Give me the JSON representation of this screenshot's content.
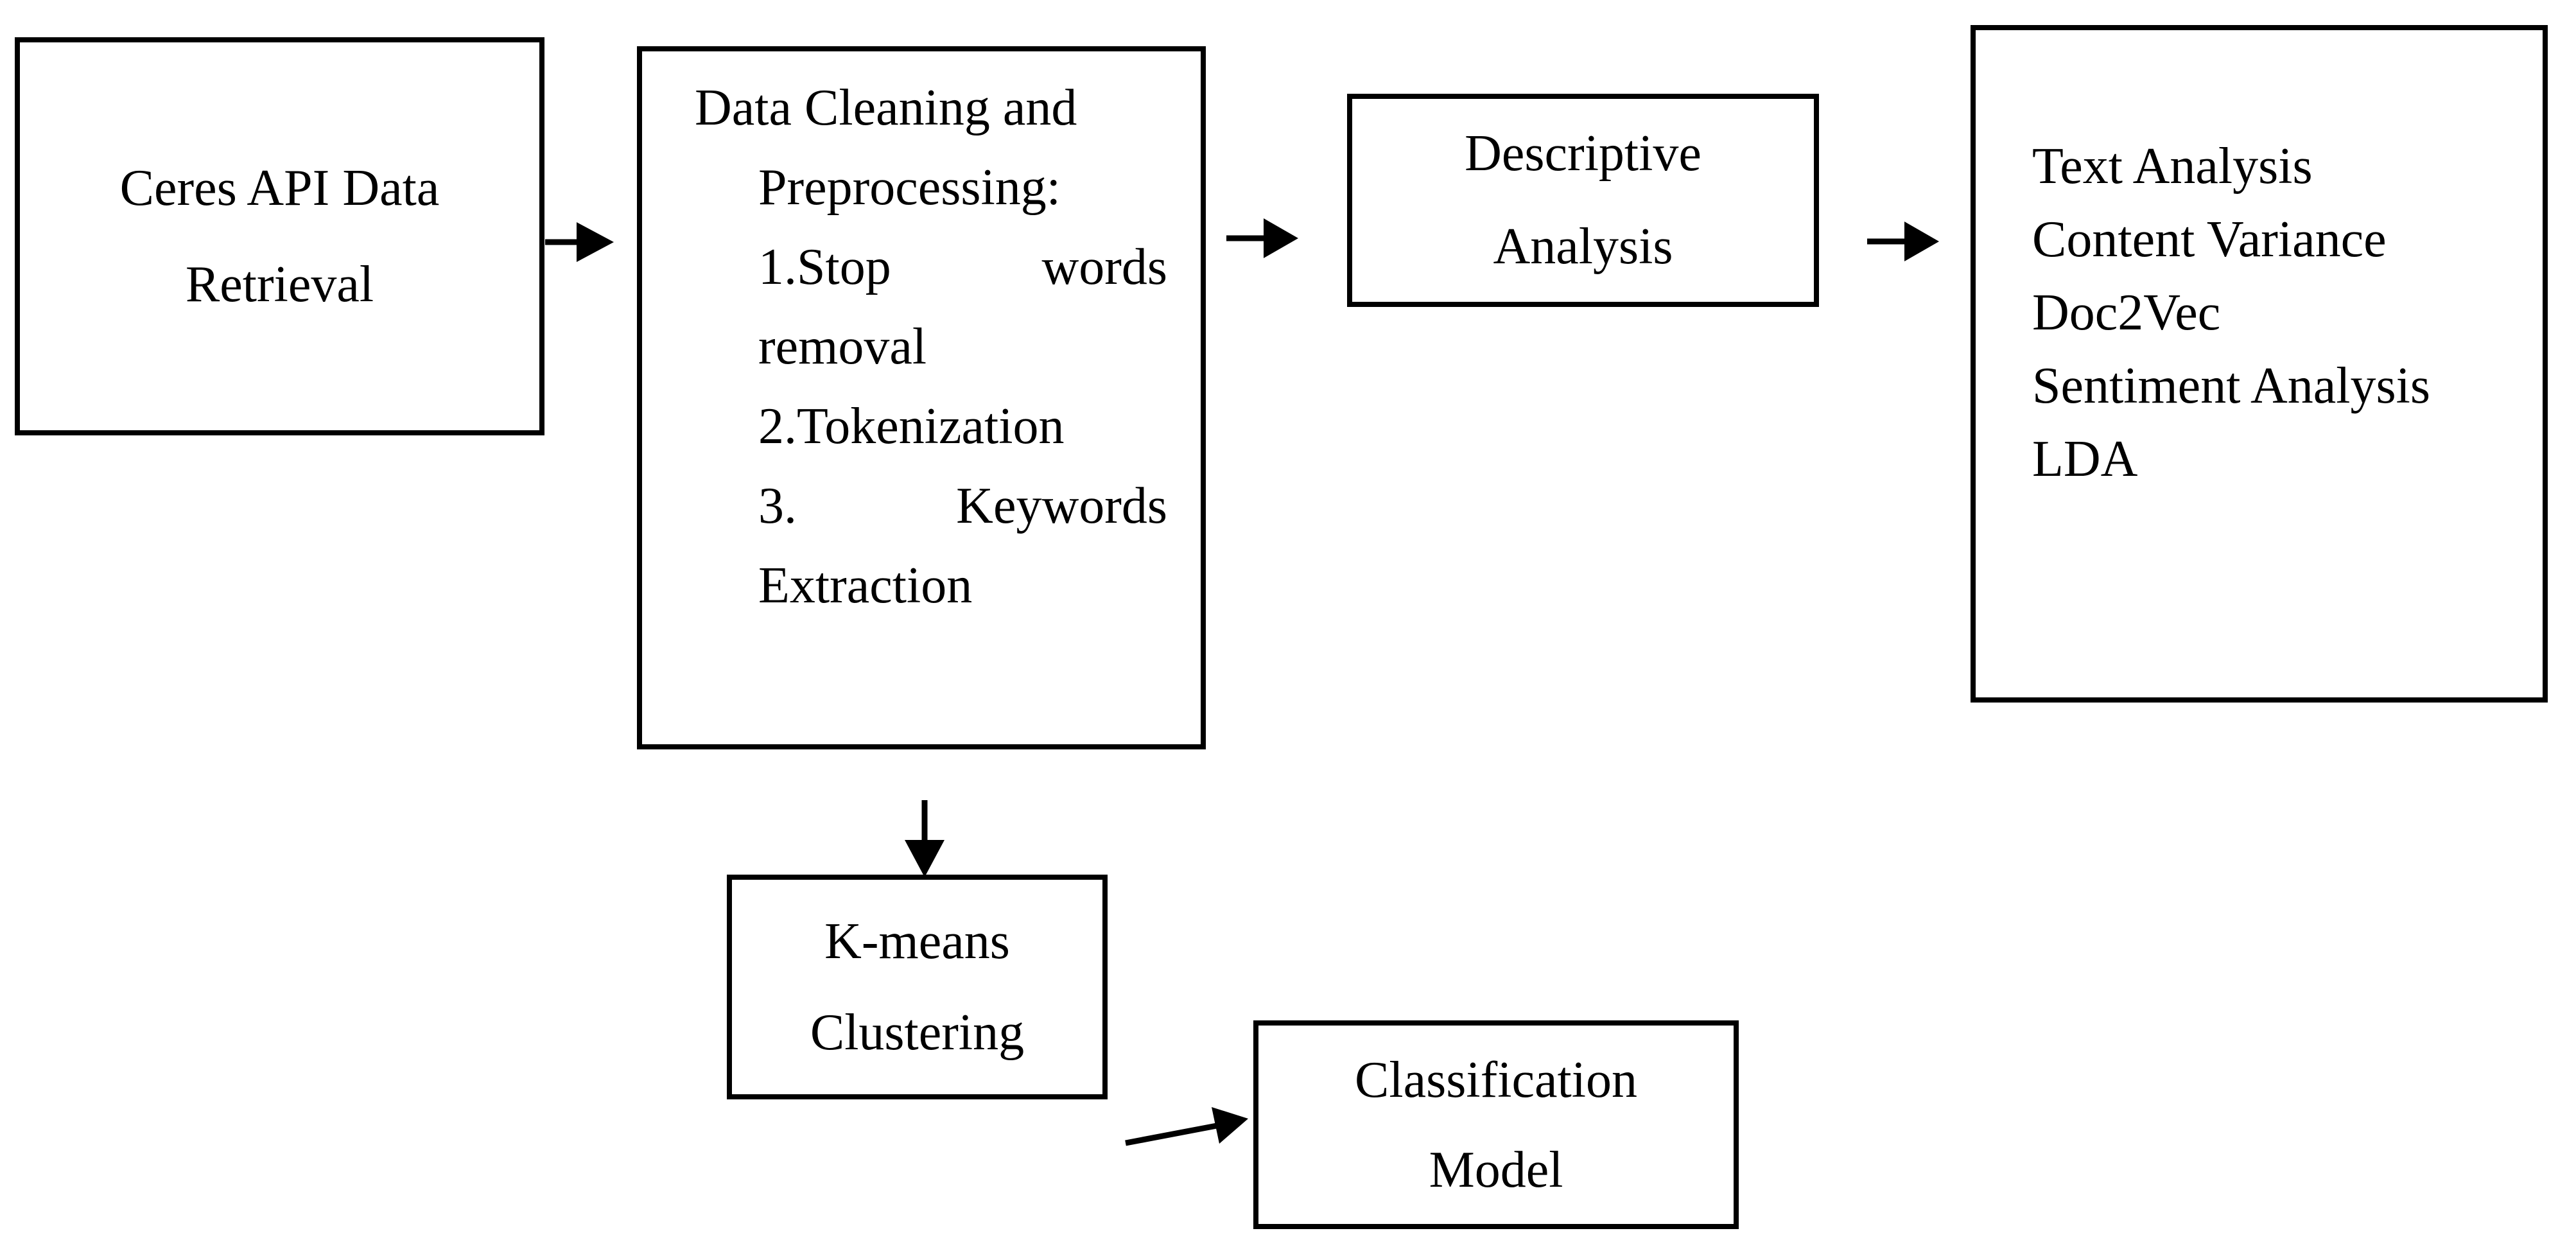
{
  "colors": {
    "background": "#ffffff",
    "stroke": "#000000",
    "text": "#000000"
  },
  "boxes": {
    "ceres_api": {
      "lines": [
        "Ceres API Data",
        "Retrieval"
      ]
    },
    "data_cleaning": {
      "line1": "Data Cleaning and",
      "line2": "Preprocessing:",
      "line3": {
        "left": "1.Stop",
        "right": "words"
      },
      "line4": "removal",
      "line5": "2.Tokenization",
      "line6": {
        "left": "3.",
        "right": "Keywords"
      },
      "line7": "Extraction"
    },
    "descriptive": {
      "lines": [
        "Descriptive",
        "Analysis"
      ]
    },
    "text_analysis": {
      "lines": [
        "Text Analysis",
        "Content Variance",
        "Doc2Vec",
        "Sentiment Analysis",
        "LDA"
      ]
    },
    "kmeans": {
      "lines": [
        "K-means",
        "Clustering"
      ]
    },
    "classification": {
      "lines": [
        "Classification",
        "Model"
      ]
    }
  },
  "edges": [
    {
      "from": "ceres_api",
      "to": "data_cleaning",
      "direction": "right"
    },
    {
      "from": "data_cleaning",
      "to": "descriptive",
      "direction": "right"
    },
    {
      "from": "descriptive",
      "to": "text_analysis",
      "direction": "right"
    },
    {
      "from": "data_cleaning",
      "to": "kmeans",
      "direction": "down"
    },
    {
      "from": "kmeans",
      "to": "classification",
      "direction": "diagonal-up-right"
    }
  ]
}
